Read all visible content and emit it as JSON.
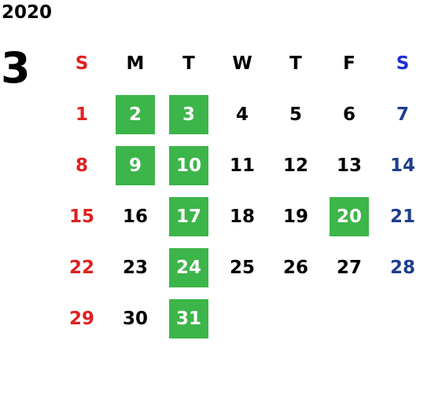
{
  "year": "2020",
  "month": "3",
  "weekdays": [
    "S",
    "M",
    "T",
    "W",
    "T",
    "F",
    "S"
  ],
  "days": [
    "",
    "2",
    "3",
    "4",
    "5",
    "6",
    "7",
    "8",
    "9",
    "10",
    "11",
    "12",
    "13",
    "14",
    "15",
    "16",
    "17",
    "18",
    "19",
    "20",
    "21",
    "22",
    "23",
    "24",
    "25",
    "26",
    "27",
    "28",
    "29",
    "30",
    "31",
    "",
    "",
    "",
    ""
  ],
  "first_day": "1",
  "highlighted_days": [
    "2",
    "3",
    "9",
    "10",
    "17",
    "20",
    "24",
    "31"
  ],
  "colors": {
    "highlight": "#3cb54a",
    "sunday": "#e02020",
    "saturday_header": "#1a2fd0",
    "saturday": "#1d3f8f"
  }
}
